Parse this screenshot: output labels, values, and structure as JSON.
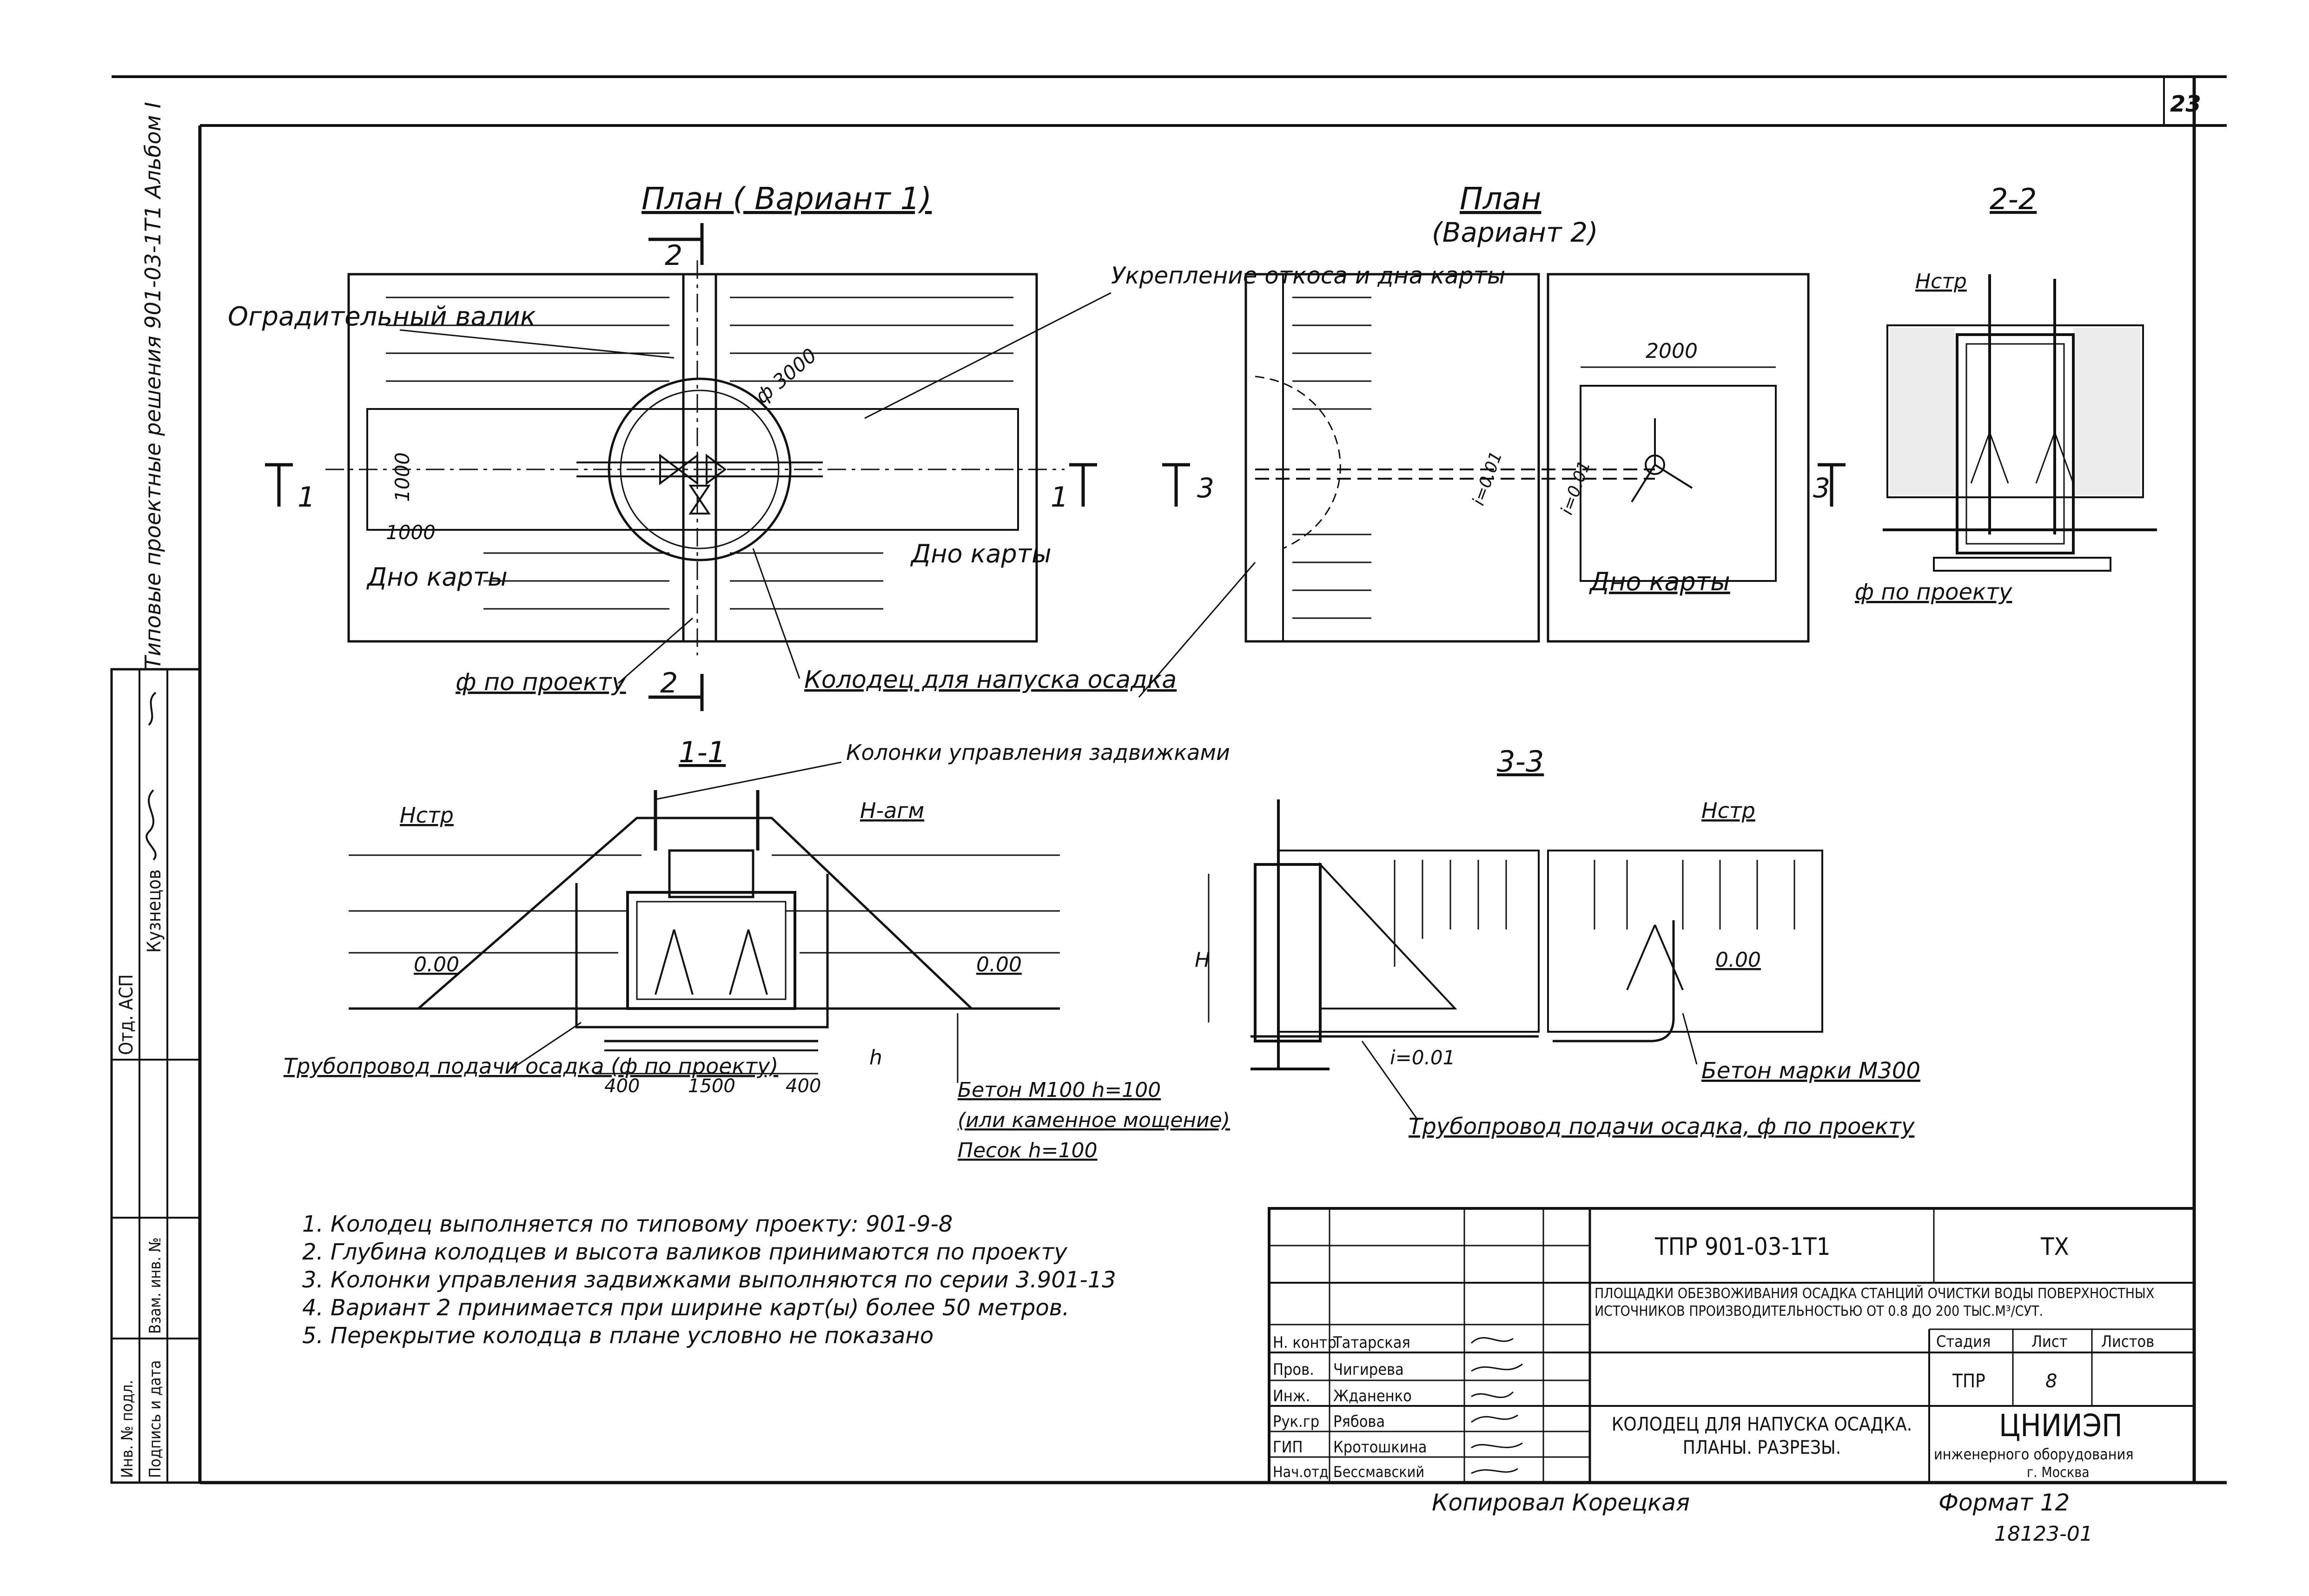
{
  "sheet_number": "23",
  "margin_title": "Типовые проектные решения  901-03-1Т1  Альбом I",
  "margin_stamp": {
    "row1": "Отд. АСП",
    "row2": "Кузнецов",
    "labels": [
      "Инв. № подл.",
      "Подпись и дата",
      "Взам. инв. №"
    ]
  },
  "views": {
    "plan1": {
      "title": "План ( Вариант 1)",
      "labels": {
        "fence": "Оградительный валик",
        "bottom_left": "Дно карты",
        "bottom_right": "Дно карты",
        "pipe": "ф по проекту",
        "well": "Колодец для напуска осадка",
        "reinforce": "Укрепление откоса и дна карты",
        "dim_diam": "ф 3000",
        "dim_1000a": "1000",
        "dim_1000b": "1000",
        "cut1": "1",
        "cut2": "2"
      }
    },
    "plan2": {
      "title": "План",
      "subtitle": "(Вариант 2)",
      "labels": {
        "dim_2000": "2000",
        "slope_a": "i=0.01",
        "slope_b": "i=0.01",
        "bottom": "Дно карты",
        "cut3": "3"
      }
    },
    "section22": {
      "title": "2-2",
      "labels": {
        "level": "Нстр",
        "pipe": "ф по проекту"
      }
    },
    "section11": {
      "title": "1-1",
      "labels": {
        "controls": "Колонки управления задвижками",
        "level_top": "Нстр",
        "level_agm": "Н-агм",
        "zero_a": "0.00",
        "zero_b": "0.00",
        "pipe": "Трубопровод подачи осадка (ф по проекту)",
        "concrete": "Бетон М100 h=100",
        "paving": "(или каменное мощение)",
        "sand": "Песок  h=100",
        "dim_400a": "400",
        "dim_1500": "1500",
        "dim_400b": "400",
        "h": "h"
      }
    },
    "section33": {
      "title": "3-3",
      "labels": {
        "level": "Нстр",
        "zero": "0.00",
        "slope": "i=0.01",
        "H": "Н",
        "concrete": "Бетон марки М300",
        "pipe": "Трубопровод подачи осадка, ф по проекту"
      }
    }
  },
  "notes": [
    "1. Колодец выполняется по типовому проекту: 901-9-8",
    "2. Глубина колодцев и высота валиков принимаются по проекту",
    "3. Колонки управления задвижками выполняются по серии 3.901-13",
    "4. Вариант 2 принимается при ширине карт(ы) более 50 метров.",
    "5. Перекрытие колодца в плане условно не показано"
  ],
  "title_block": {
    "code": "ТПР 901-03-1Т1",
    "mark": "ТХ",
    "object": "Площадки обезвоживания осадка станций очистки воды поверхностных источников производительностью от 0.8 до 200 тыс.м³/сут.",
    "sheet_name": "Колодец для напуска осадка. Планы. Разрезы.",
    "stage_header": [
      "Стадия",
      "Лист",
      "Листов"
    ],
    "stage_values": [
      "ТПР",
      "8",
      ""
    ],
    "org": "ЦНИИЭП",
    "org_sub": "инженерного оборудования",
    "org_city": "г. Москва",
    "staff": [
      {
        "role": "Н. контр",
        "name": "Татарская"
      },
      {
        "role": "Пров.",
        "name": "Чигирева"
      },
      {
        "role": "Инж.",
        "name": "Жданенко"
      },
      {
        "role": "Рук.гр",
        "name": "Рябова"
      },
      {
        "role": "ГИП",
        "name": "Кротошкина"
      },
      {
        "role": "Нач.отд",
        "name": "Бессмавский"
      }
    ]
  },
  "footer": {
    "copied": "Копировал  Корецкая",
    "format": "Формат 12",
    "inv": "18123-01"
  }
}
